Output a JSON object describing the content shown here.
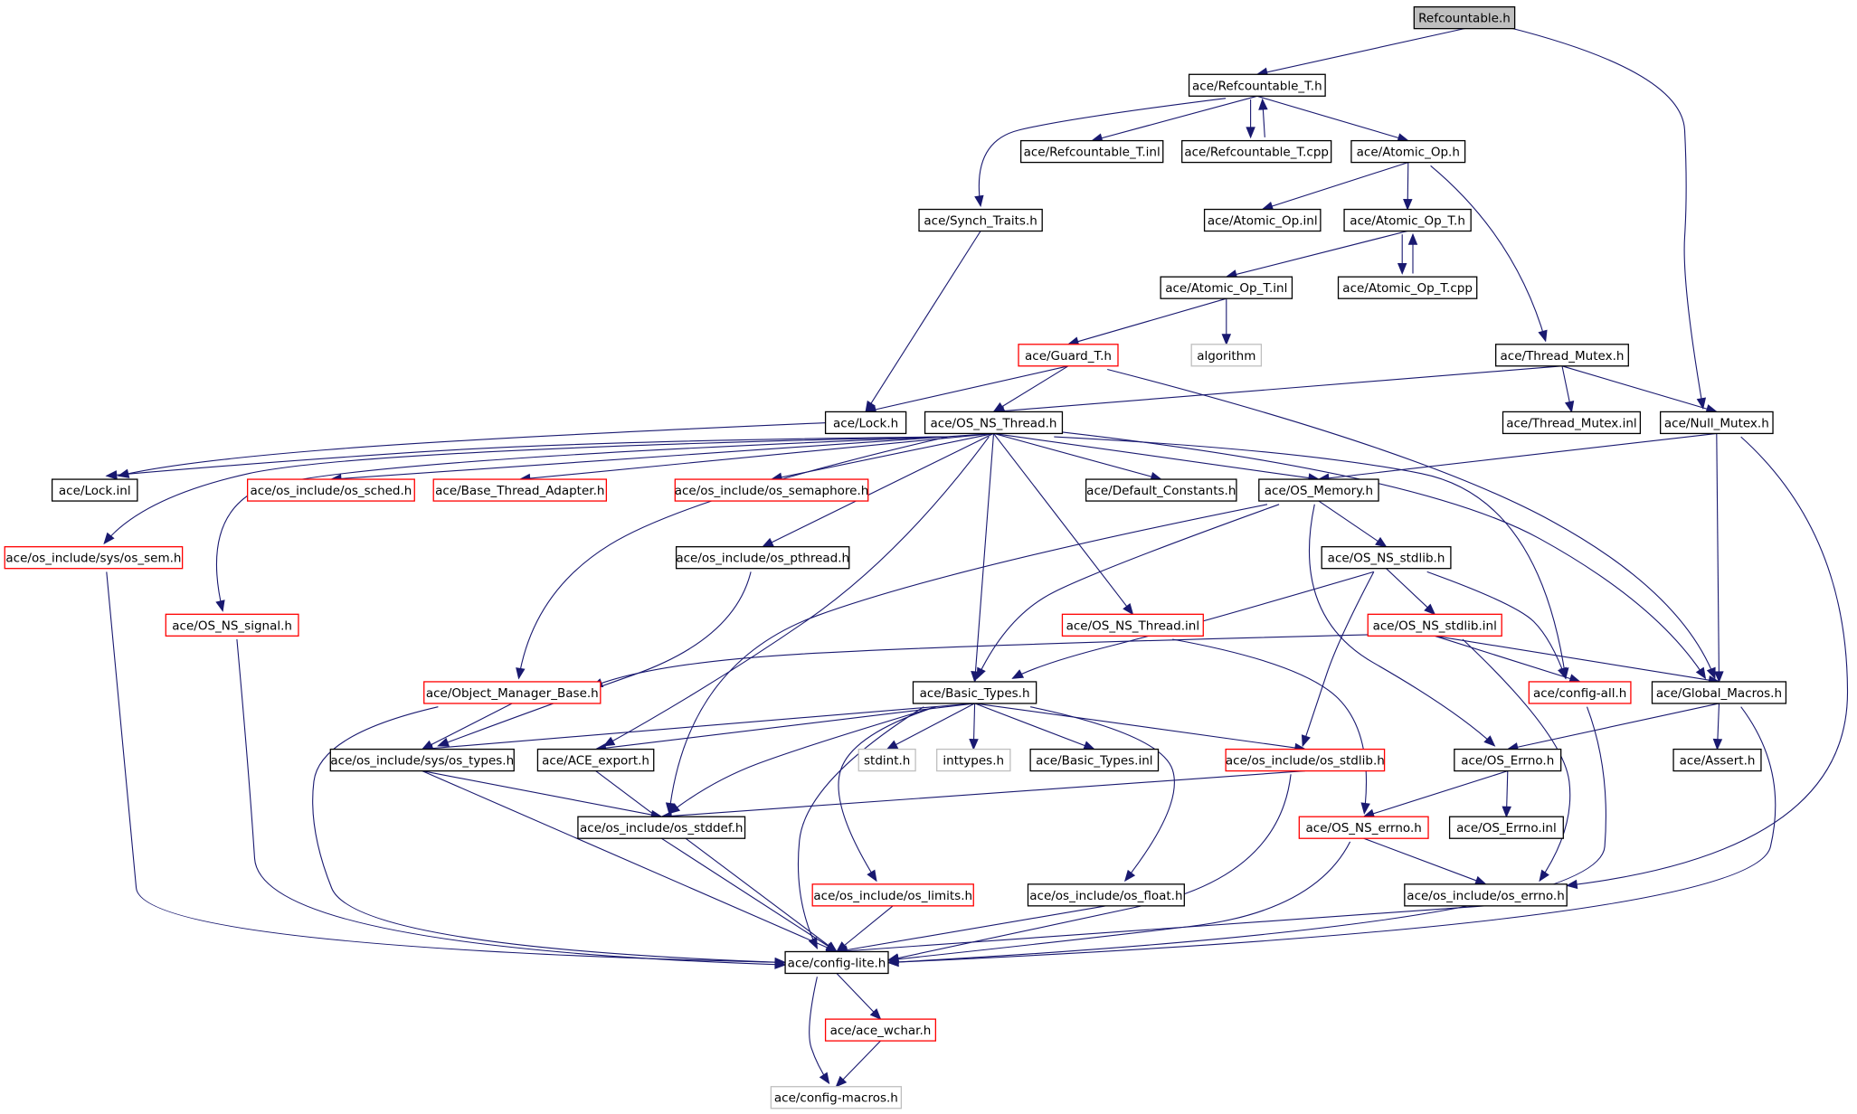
{
  "colors": {
    "edge": "#191970",
    "border_normal": "#000000",
    "border_truncated": "#ff0000",
    "border_external": "#bfbfbf",
    "fill_root": "#bfbfbf",
    "fill_normal": "#ffffff"
  },
  "nodes": [
    {
      "id": "refcountable_h",
      "label": "Refcountable.h",
      "style": "root"
    },
    {
      "id": "refcountable_t_h",
      "label": "ace/Refcountable_T.h",
      "style": "normal"
    },
    {
      "id": "refcountable_t_inl",
      "label": "ace/Refcountable_T.inl",
      "style": "normal"
    },
    {
      "id": "refcountable_t_cpp",
      "label": "ace/Refcountable_T.cpp",
      "style": "normal"
    },
    {
      "id": "atomic_op_h",
      "label": "ace/Atomic_Op.h",
      "style": "normal"
    },
    {
      "id": "synch_traits_h",
      "label": "ace/Synch_Traits.h",
      "style": "normal"
    },
    {
      "id": "atomic_op_inl",
      "label": "ace/Atomic_Op.inl",
      "style": "normal"
    },
    {
      "id": "atomic_op_t_h",
      "label": "ace/Atomic_Op_T.h",
      "style": "normal"
    },
    {
      "id": "atomic_op_t_inl",
      "label": "ace/Atomic_Op_T.inl",
      "style": "normal"
    },
    {
      "id": "atomic_op_t_cpp",
      "label": "ace/Atomic_Op_T.cpp",
      "style": "normal"
    },
    {
      "id": "guard_t_h",
      "label": "ace/Guard_T.h",
      "style": "truncated"
    },
    {
      "id": "algorithm",
      "label": "algorithm",
      "style": "external"
    },
    {
      "id": "thread_mutex_h",
      "label": "ace/Thread_Mutex.h",
      "style": "normal"
    },
    {
      "id": "lock_h",
      "label": "ace/Lock.h",
      "style": "normal"
    },
    {
      "id": "os_ns_thread_h",
      "label": "ace/OS_NS_Thread.h",
      "style": "normal"
    },
    {
      "id": "thread_mutex_inl",
      "label": "ace/Thread_Mutex.inl",
      "style": "normal"
    },
    {
      "id": "null_mutex_h",
      "label": "ace/Null_Mutex.h",
      "style": "normal"
    },
    {
      "id": "lock_inl",
      "label": "ace/Lock.inl",
      "style": "normal"
    },
    {
      "id": "os_sched_h",
      "label": "ace/os_include/os_sched.h",
      "style": "truncated"
    },
    {
      "id": "base_thread_adapter_h",
      "label": "ace/Base_Thread_Adapter.h",
      "style": "truncated"
    },
    {
      "id": "os_semaphore_h",
      "label": "ace/os_include/os_semaphore.h",
      "style": "truncated"
    },
    {
      "id": "default_constants_h",
      "label": "ace/Default_Constants.h",
      "style": "normal"
    },
    {
      "id": "os_memory_h",
      "label": "ace/OS_Memory.h",
      "style": "normal"
    },
    {
      "id": "os_sem_h",
      "label": "ace/os_include/sys/os_sem.h",
      "style": "truncated"
    },
    {
      "id": "os_pthread_h",
      "label": "ace/os_include/os_pthread.h",
      "style": "normal"
    },
    {
      "id": "os_ns_stdlib_h",
      "label": "ace/OS_NS_stdlib.h",
      "style": "normal"
    },
    {
      "id": "os_ns_signal_h",
      "label": "ace/OS_NS_signal.h",
      "style": "truncated"
    },
    {
      "id": "os_ns_thread_inl",
      "label": "ace/OS_NS_Thread.inl",
      "style": "truncated"
    },
    {
      "id": "os_ns_stdlib_inl",
      "label": "ace/OS_NS_stdlib.inl",
      "style": "truncated"
    },
    {
      "id": "object_manager_base_h",
      "label": "ace/Object_Manager_Base.h",
      "style": "truncated"
    },
    {
      "id": "basic_types_h",
      "label": "ace/Basic_Types.h",
      "style": "normal"
    },
    {
      "id": "config_all_h",
      "label": "ace/config-all.h",
      "style": "truncated"
    },
    {
      "id": "global_macros_h",
      "label": "ace/Global_Macros.h",
      "style": "normal"
    },
    {
      "id": "os_types_h",
      "label": "ace/os_include/sys/os_types.h",
      "style": "normal"
    },
    {
      "id": "ace_export_h",
      "label": "ace/ACE_export.h",
      "style": "normal"
    },
    {
      "id": "stdint_h",
      "label": "stdint.h",
      "style": "external"
    },
    {
      "id": "inttypes_h",
      "label": "inttypes.h",
      "style": "external"
    },
    {
      "id": "basic_types_inl",
      "label": "ace/Basic_Types.inl",
      "style": "normal"
    },
    {
      "id": "os_stdlib_h",
      "label": "ace/os_include/os_stdlib.h",
      "style": "truncated"
    },
    {
      "id": "os_errno_cap_h",
      "label": "ace/OS_Errno.h",
      "style": "normal"
    },
    {
      "id": "assert_h",
      "label": "ace/Assert.h",
      "style": "normal"
    },
    {
      "id": "os_stddef_h",
      "label": "ace/os_include/os_stddef.h",
      "style": "normal"
    },
    {
      "id": "os_ns_errno_h",
      "label": "ace/OS_NS_errno.h",
      "style": "truncated"
    },
    {
      "id": "os_errno_inl",
      "label": "ace/OS_Errno.inl",
      "style": "normal"
    },
    {
      "id": "os_limits_h",
      "label": "ace/os_include/os_limits.h",
      "style": "truncated"
    },
    {
      "id": "os_float_h",
      "label": "ace/os_include/os_float.h",
      "style": "normal"
    },
    {
      "id": "os_errno_h",
      "label": "ace/os_include/os_errno.h",
      "style": "normal"
    },
    {
      "id": "config_lite_h",
      "label": "ace/config-lite.h",
      "style": "normal"
    },
    {
      "id": "ace_wchar_h",
      "label": "ace/ace_wchar.h",
      "style": "truncated"
    },
    {
      "id": "config_macros_h",
      "label": "ace/config-macros.h",
      "style": "external"
    }
  ],
  "edges": [
    [
      "refcountable_h",
      "refcountable_t_h"
    ],
    [
      "refcountable_h",
      "null_mutex_h"
    ],
    [
      "refcountable_t_h",
      "refcountable_t_inl"
    ],
    [
      "refcountable_t_h",
      "refcountable_t_cpp"
    ],
    [
      "refcountable_t_cpp",
      "refcountable_t_h"
    ],
    [
      "refcountable_t_h",
      "atomic_op_h"
    ],
    [
      "refcountable_t_h",
      "synch_traits_h"
    ],
    [
      "atomic_op_h",
      "atomic_op_inl"
    ],
    [
      "atomic_op_h",
      "atomic_op_t_h"
    ],
    [
      "atomic_op_h",
      "thread_mutex_h"
    ],
    [
      "atomic_op_t_h",
      "atomic_op_t_inl"
    ],
    [
      "atomic_op_t_h",
      "atomic_op_t_cpp"
    ],
    [
      "atomic_op_t_cpp",
      "atomic_op_t_h"
    ],
    [
      "atomic_op_t_inl",
      "guard_t_h"
    ],
    [
      "atomic_op_t_inl",
      "algorithm"
    ],
    [
      "synch_traits_h",
      "lock_h"
    ],
    [
      "guard_t_h",
      "lock_h"
    ],
    [
      "guard_t_h",
      "os_ns_thread_h"
    ],
    [
      "guard_t_h",
      "global_macros_h"
    ],
    [
      "thread_mutex_h",
      "os_ns_thread_h"
    ],
    [
      "thread_mutex_h",
      "thread_mutex_inl"
    ],
    [
      "thread_mutex_h",
      "null_mutex_h"
    ],
    [
      "lock_h",
      "lock_inl"
    ],
    [
      "null_mutex_h",
      "os_memory_h"
    ],
    [
      "null_mutex_h",
      "global_macros_h"
    ],
    [
      "null_mutex_h",
      "os_errno_h"
    ],
    [
      "os_ns_thread_h",
      "lock_inl"
    ],
    [
      "os_ns_thread_h",
      "os_sched_h"
    ],
    [
      "os_ns_thread_h",
      "base_thread_adapter_h"
    ],
    [
      "os_ns_thread_h",
      "os_semaphore_h"
    ],
    [
      "os_ns_thread_h",
      "default_constants_h"
    ],
    [
      "os_ns_thread_h",
      "os_memory_h"
    ],
    [
      "os_ns_thread_h",
      "os_sem_h"
    ],
    [
      "os_ns_thread_h",
      "os_ns_signal_h"
    ],
    [
      "os_ns_thread_h",
      "os_pthread_h"
    ],
    [
      "os_ns_thread_h",
      "os_ns_thread_inl"
    ],
    [
      "os_ns_thread_h",
      "object_manager_base_h"
    ],
    [
      "os_ns_thread_h",
      "basic_types_h"
    ],
    [
      "os_ns_thread_h",
      "ace_export_h"
    ],
    [
      "os_ns_thread_h",
      "config_all_h"
    ],
    [
      "os_ns_thread_h",
      "global_macros_h"
    ],
    [
      "os_memory_h",
      "os_ns_stdlib_h"
    ],
    [
      "os_memory_h",
      "basic_types_h"
    ],
    [
      "os_memory_h",
      "os_stddef_h"
    ],
    [
      "os_memory_h",
      "os_errno_cap_h"
    ],
    [
      "os_ns_stdlib_h",
      "os_ns_stdlib_inl"
    ],
    [
      "os_ns_stdlib_h",
      "basic_types_h"
    ],
    [
      "os_ns_stdlib_h",
      "config_all_h"
    ],
    [
      "os_ns_stdlib_h",
      "os_stdlib_h"
    ],
    [
      "os_ns_stdlib_inl",
      "object_manager_base_h"
    ],
    [
      "os_ns_stdlib_inl",
      "config_all_h"
    ],
    [
      "os_ns_stdlib_inl",
      "global_macros_h"
    ],
    [
      "os_ns_stdlib_inl",
      "os_errno_h"
    ],
    [
      "os_sem_h",
      "config_lite_h"
    ],
    [
      "os_ns_signal_h",
      "config_lite_h"
    ],
    [
      "os_pthread_h",
      "os_types_h"
    ],
    [
      "os_ns_thread_inl",
      "os_ns_errno_h"
    ],
    [
      "object_manager_base_h",
      "os_types_h"
    ],
    [
      "object_manager_base_h",
      "config_lite_h"
    ],
    [
      "basic_types_h",
      "os_types_h"
    ],
    [
      "basic_types_h",
      "ace_export_h"
    ],
    [
      "basic_types_h",
      "stdint_h"
    ],
    [
      "basic_types_h",
      "inttypes_h"
    ],
    [
      "basic_types_h",
      "basic_types_inl"
    ],
    [
      "basic_types_h",
      "os_stdlib_h"
    ],
    [
      "basic_types_h",
      "os_stddef_h"
    ],
    [
      "basic_types_h",
      "os_limits_h"
    ],
    [
      "basic_types_h",
      "os_float_h"
    ],
    [
      "basic_types_h",
      "config_lite_h"
    ],
    [
      "config_all_h",
      "config_lite_h"
    ],
    [
      "global_macros_h",
      "os_errno_cap_h"
    ],
    [
      "global_macros_h",
      "assert_h"
    ],
    [
      "global_macros_h",
      "config_lite_h"
    ],
    [
      "os_types_h",
      "os_stddef_h"
    ],
    [
      "os_types_h",
      "config_lite_h"
    ],
    [
      "ace_export_h",
      "config_lite_h"
    ],
    [
      "os_stdlib_h",
      "os_stddef_h"
    ],
    [
      "os_stdlib_h",
      "config_lite_h"
    ],
    [
      "os_errno_cap_h",
      "os_ns_errno_h"
    ],
    [
      "os_errno_cap_h",
      "os_errno_inl"
    ],
    [
      "os_ns_errno_h",
      "os_errno_h"
    ],
    [
      "os_ns_errno_h",
      "config_lite_h"
    ],
    [
      "os_stddef_h",
      "config_lite_h"
    ],
    [
      "os_limits_h",
      "config_lite_h"
    ],
    [
      "os_float_h",
      "config_lite_h"
    ],
    [
      "os_errno_h",
      "config_lite_h"
    ],
    [
      "config_lite_h",
      "ace_wchar_h"
    ],
    [
      "config_lite_h",
      "config_macros_h"
    ],
    [
      "ace_wchar_h",
      "config_macros_h"
    ]
  ]
}
